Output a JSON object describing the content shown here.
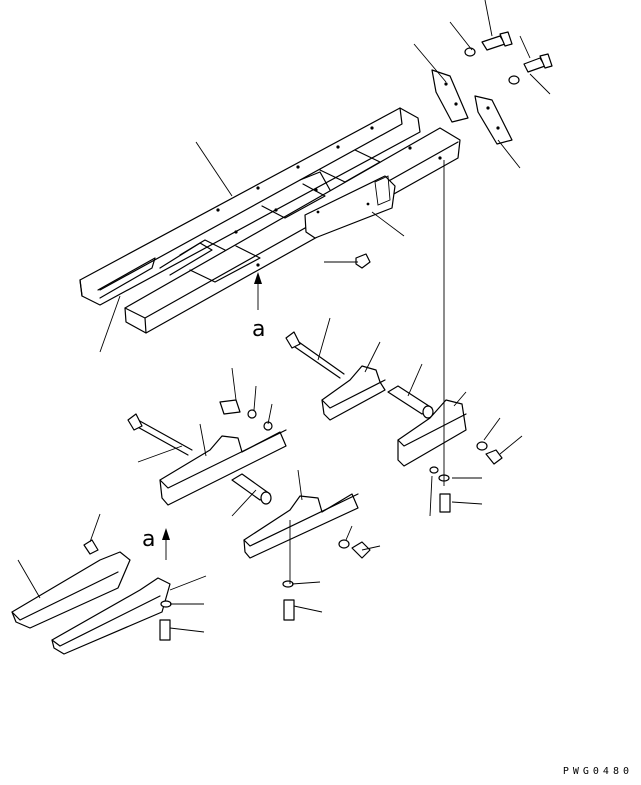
{
  "diagram": {
    "view_labels": [
      "a",
      "a"
    ],
    "drawing_code": "PWG0480"
  }
}
